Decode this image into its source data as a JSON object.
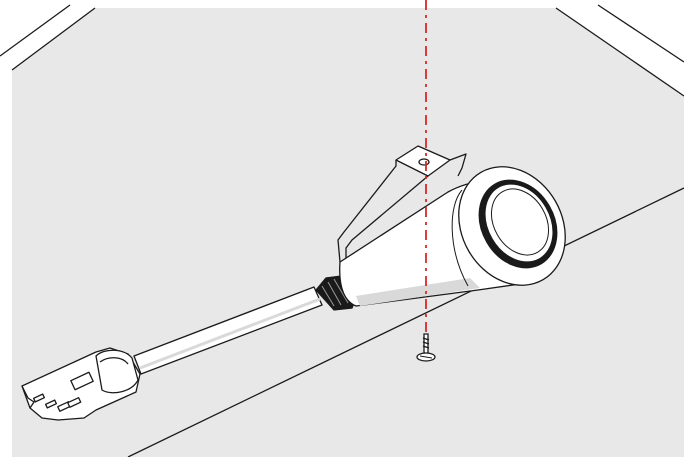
{
  "diagram": {
    "kind": "line-art assembly illustration",
    "colors": {
      "panel_fill": "#e8e8e8",
      "line": "#1a1a1a",
      "body_white": "#ffffff",
      "shade": "#d9d9d9",
      "guide_line": "#d62828"
    },
    "parts": [
      "ceiling-panel",
      "connector-plug",
      "cable",
      "strain-relief-gland",
      "sensor-housing",
      "mounting-bracket",
      "mounting-screw",
      "screw-guide-line"
    ]
  }
}
